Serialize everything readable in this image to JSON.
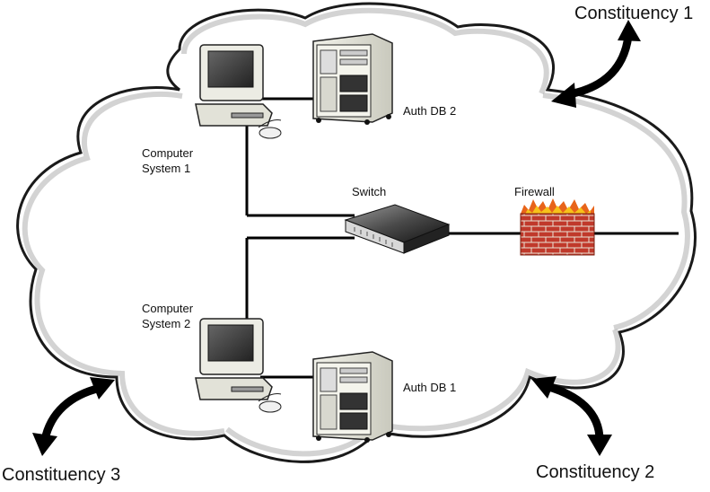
{
  "constituencies": {
    "c1": "Constituency 1",
    "c2": "Constituency 2",
    "c3": "Constituency 3"
  },
  "nodes": {
    "computer1": "Computer\nSystem 1",
    "computer2": "Computer\nSystem 2",
    "authdb2": "Auth DB 2",
    "authdb1": "Auth DB 1",
    "switch": "Switch",
    "firewall": "Firewall"
  },
  "colors": {
    "cloud_fill": "#ffffff",
    "cloud_stroke": "#1a1a1a",
    "brick": "#c0392b",
    "flame_outer": "#e8641a",
    "flame_inner": "#f7c21a",
    "cable": "#000000"
  }
}
